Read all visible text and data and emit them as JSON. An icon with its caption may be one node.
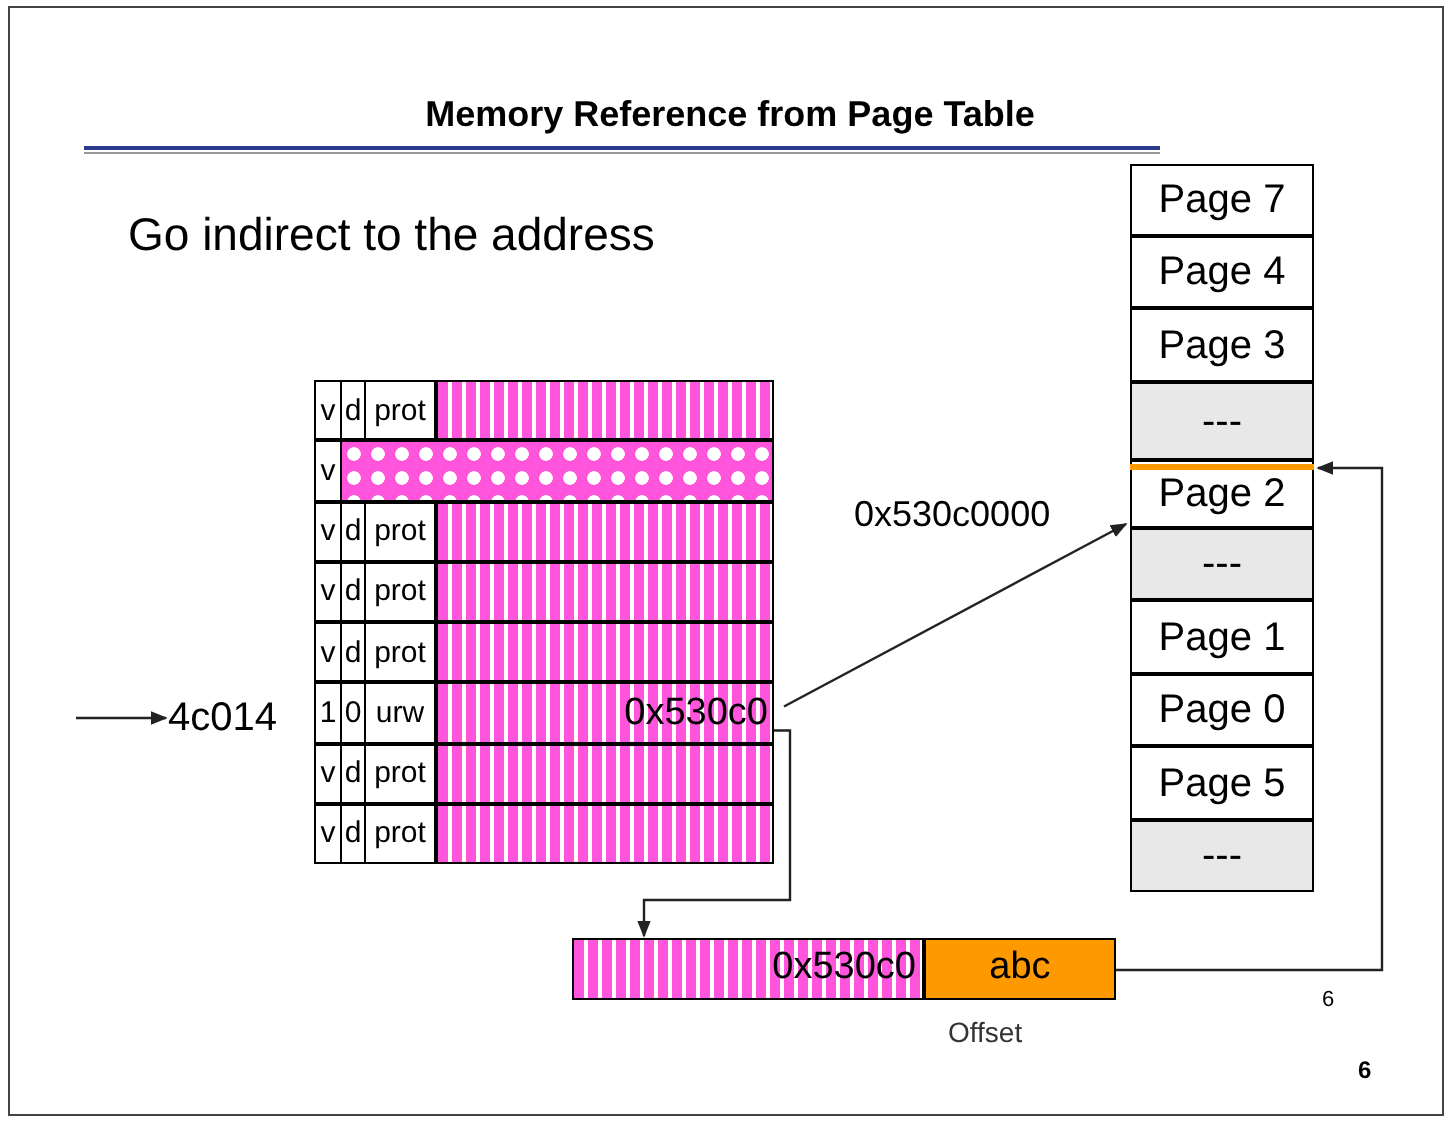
{
  "diagram": {
    "title": "Memory Reference from Page Table",
    "nodes": [
      {
        "text": [
          "4c014"
        ]
      },
      {
        "text": [
          "v",
          "d",
          "prot"
        ]
      },
      {
        "text": [
          "v"
        ]
      },
      {
        "text": [
          "v",
          "d",
          "prot"
        ]
      },
      {
        "text": [
          "v",
          "d",
          "prot"
        ]
      },
      {
        "text": [
          "v",
          "d",
          "prot"
        ]
      },
      {
        "text": [
          "1",
          "0",
          "urw",
          "0x530c0"
        ]
      },
      {
        "text": [
          "v",
          "d",
          "prot"
        ]
      },
      {
        "text": [
          "v",
          "d",
          "prot"
        ]
      },
      {
        "text": [
          "0x530c0"
        ]
      },
      {
        "text": [
          "abc"
        ],
        "beside": [
          "Offset"
        ]
      },
      {
        "text": [
          "Page 7"
        ]
      },
      {
        "text": [
          "Page 4"
        ]
      },
      {
        "text": [
          "Page 3"
        ]
      },
      {
        "text": [
          "---"
        ]
      },
      {
        "text": [
          "Page 2"
        ]
      },
      {
        "text": [
          "---"
        ]
      },
      {
        "text": [
          "Page 1"
        ]
      },
      {
        "text": [
          "Page 0"
        ]
      },
      {
        "text": [
          "Page 5"
        ]
      },
      {
        "text": [
          "---"
        ]
      }
    ],
    "edges": [
      {
        "from": null,
        "to": 0,
        "arrow": "to"
      },
      {
        "from": 6,
        "to": 15,
        "arrow": "to",
        "label": "0x530c0000"
      },
      {
        "from": 6,
        "to": 9,
        "arrow": "to"
      },
      {
        "from": 10,
        "to": 15,
        "arrow": "to"
      }
    ],
    "labels": [
      "Go indirect to the address",
      "6",
      "6"
    ]
  }
}
